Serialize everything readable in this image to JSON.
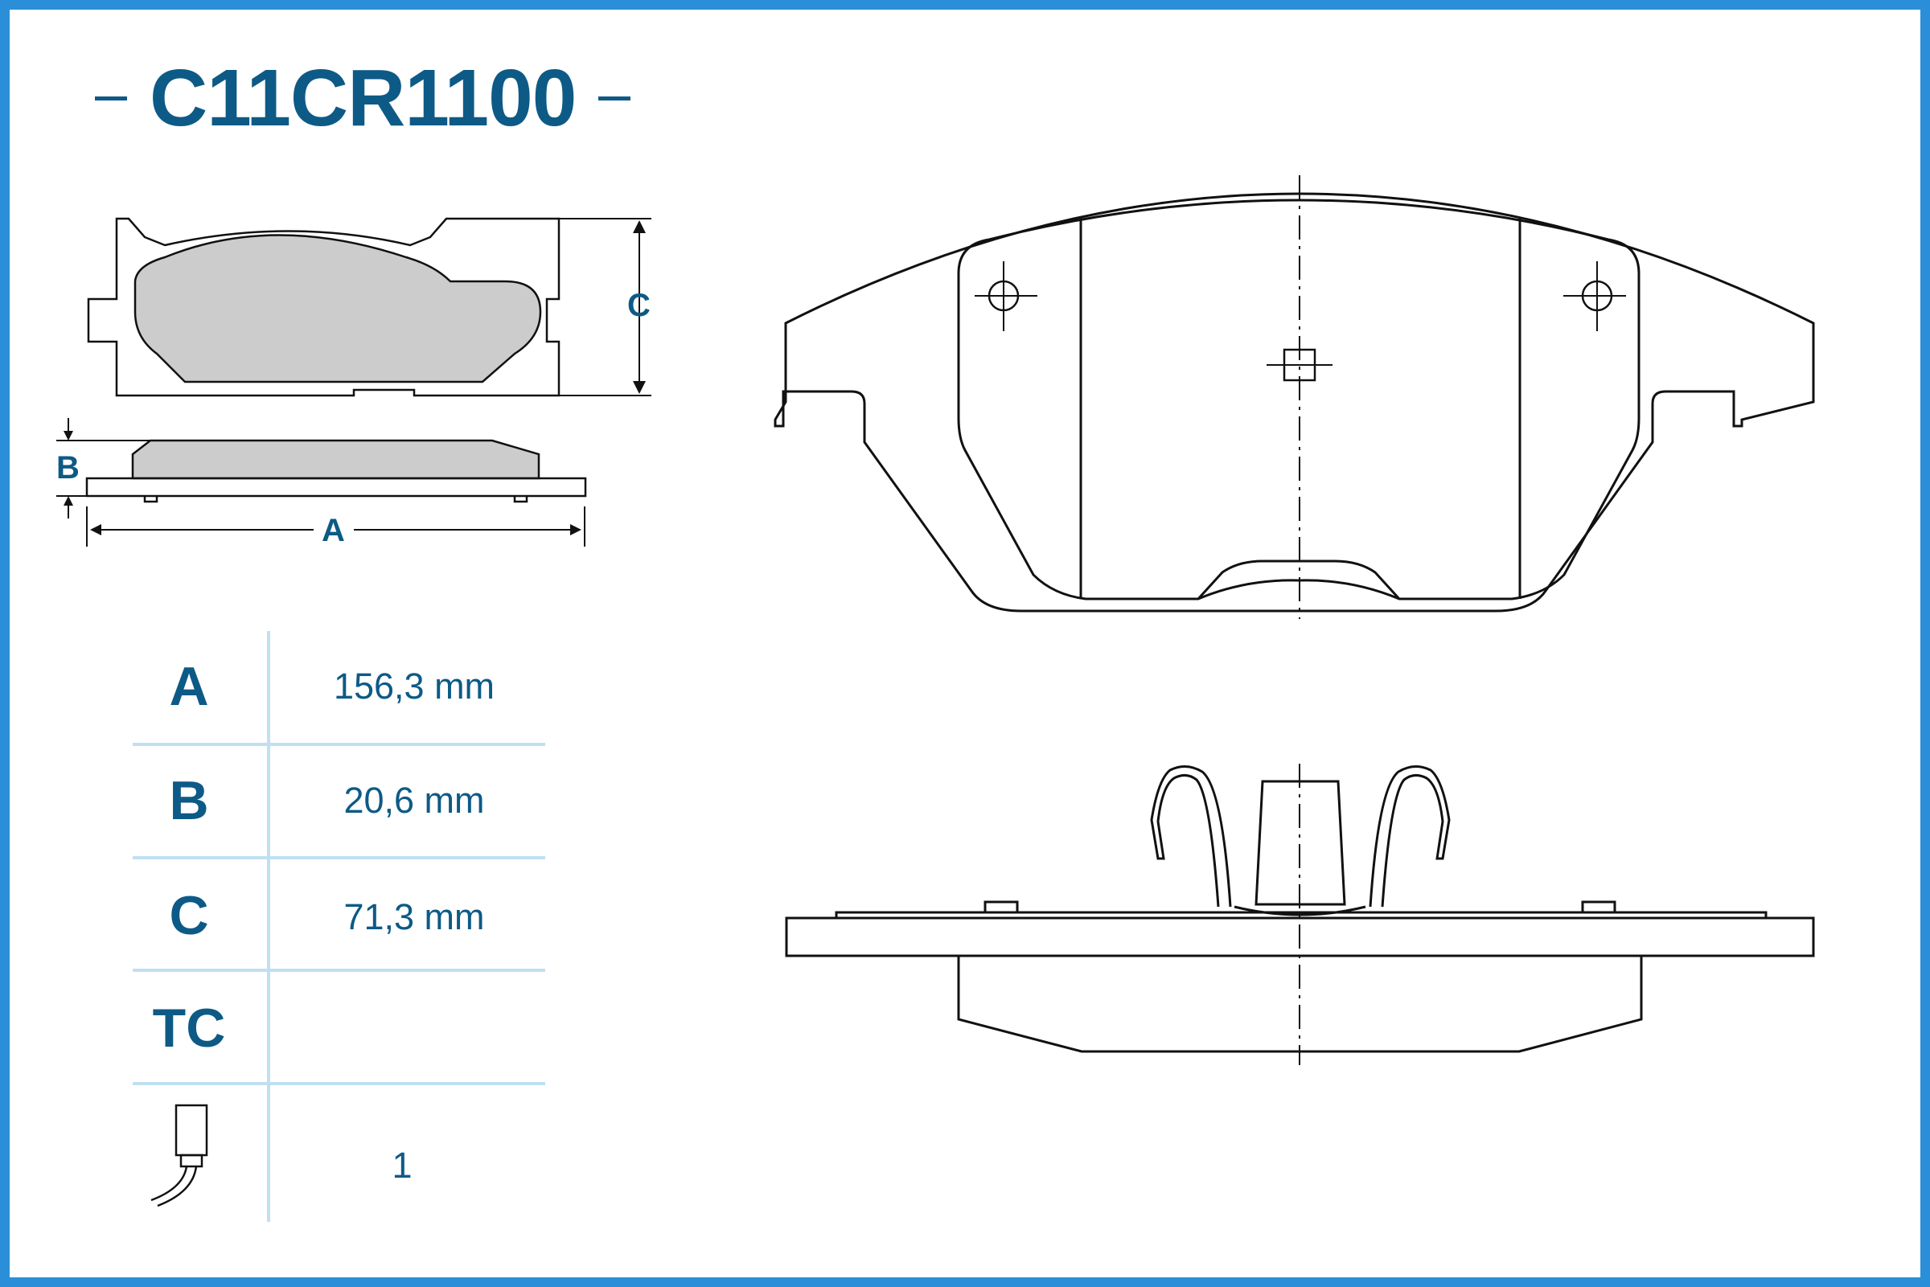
{
  "part_number": "C11CR1100",
  "dimension_labels": {
    "a": "A",
    "b": "B",
    "c": "C"
  },
  "specs": [
    {
      "label": "A",
      "value": "156,3 mm"
    },
    {
      "label": "B",
      "value": "20,6 mm"
    },
    {
      "label": "C",
      "value": "71,3 mm"
    },
    {
      "label": "TC",
      "value": ""
    }
  ],
  "sensor": {
    "icon": "wear-sensor-icon",
    "value": "1"
  },
  "colors": {
    "accent": "#0d5a86",
    "border": "#2a8fd8",
    "friction": "#cccccc",
    "divider": "#bfe0f2"
  }
}
